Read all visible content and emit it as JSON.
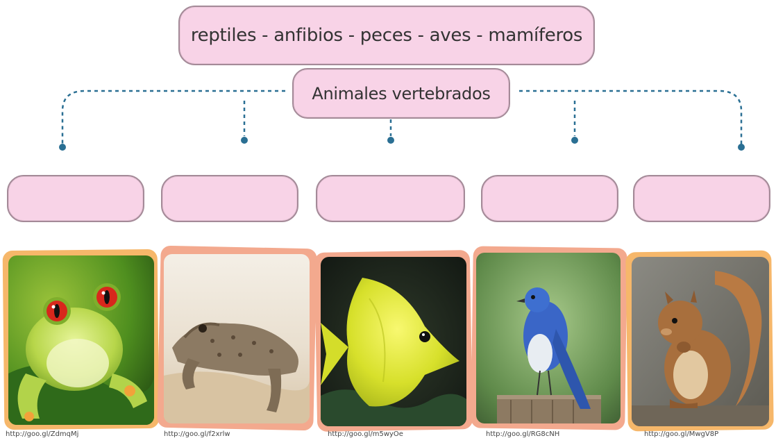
{
  "header": {
    "groups_text": "reptiles - anfibios - peces - aves - mamíferos",
    "center_text": "Animales vertebrados"
  },
  "answer_boxes": [
    {
      "value": ""
    },
    {
      "value": ""
    },
    {
      "value": ""
    },
    {
      "value": ""
    },
    {
      "value": ""
    }
  ],
  "photos": [
    {
      "subject": "frog",
      "credit": "http://goo.gl/ZdmqMj"
    },
    {
      "subject": "lizard",
      "credit": "http://goo.gl/f2xrlw"
    },
    {
      "subject": "fish",
      "credit": "http://goo.gl/m5wyOe"
    },
    {
      "subject": "bird",
      "credit": "http://goo.gl/RG8cNH"
    },
    {
      "subject": "squirrel",
      "credit": "http://goo.gl/MwgV8P"
    }
  ],
  "colors": {
    "pill_fill": "#f8d3e7",
    "pill_border": "#a48a98",
    "connector": "#2a6f93",
    "frame_orange": "#f6b76a",
    "frame_pink": "#f3a98e"
  }
}
